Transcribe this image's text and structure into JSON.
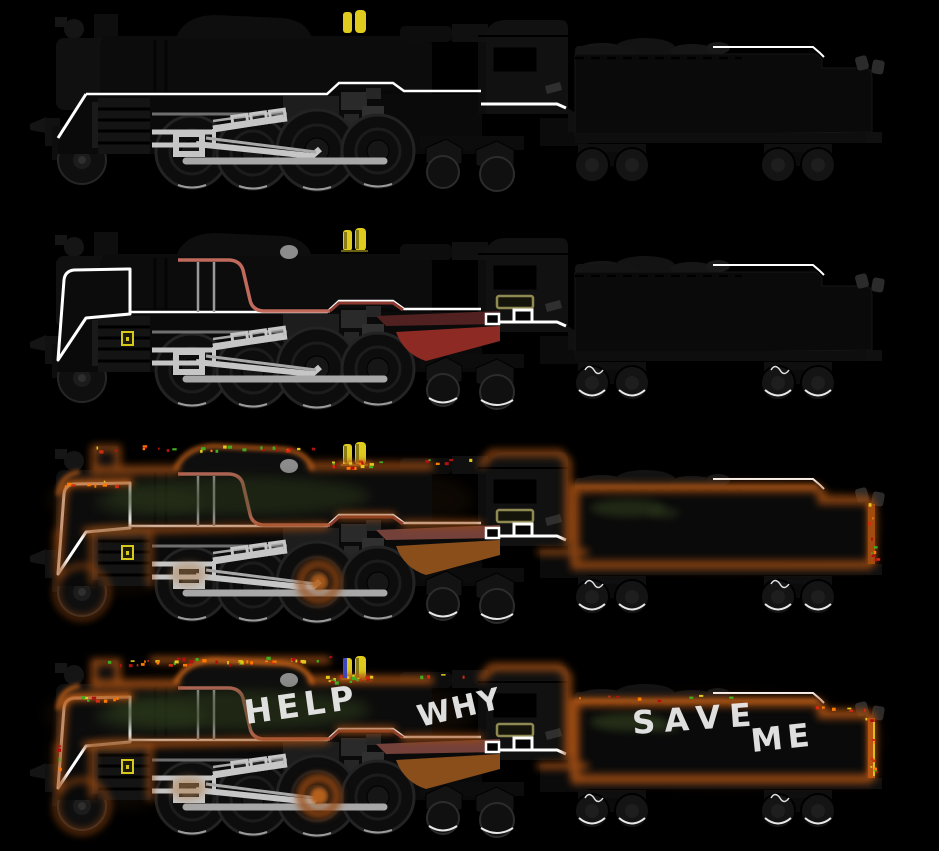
{
  "stages": [
    {
      "name": "stage-1",
      "classes": "base"
    },
    {
      "name": "stage-2",
      "classes": "s2"
    },
    {
      "name": "stage-3",
      "classes": "s2 rust glitch"
    },
    {
      "name": "stage-4",
      "classes": "s2 rust rust2 glitch graffiti",
      "graffiti": [
        {
          "text": "HELP"
        },
        {
          "text": "WHY"
        },
        {
          "text": "SAVE"
        },
        {
          "text": "ME"
        }
      ]
    }
  ],
  "palette": {
    "bg": "#000000",
    "outline_white": "#ffffff",
    "rod_light": "#c6c6c6",
    "rod_mid": "#a8a8a8",
    "handrail": "#6f6f6f",
    "dome_yellow": "#decb1e",
    "pipe_salmon": "#c06a5c",
    "step_red": "#8c3a30",
    "firebox_red": "#8d2a23",
    "band_maroon": "#512020",
    "band_rust": "#74413a",
    "wedge_rust": "#8a4e1b",
    "rust_glow": "#9a4a12",
    "rust_bright": "#c8641a",
    "moss_green": "#33431d",
    "plate_olive": "#8f8a52",
    "emblem_yellow": "#d8c81a",
    "chalk_white": "#efefef",
    "glitch_blue": "#3340cc",
    "glitch_colors": [
      "#d42a10",
      "#3fae1f",
      "#e0c81f",
      "#ff7a00",
      "#b01010"
    ]
  }
}
